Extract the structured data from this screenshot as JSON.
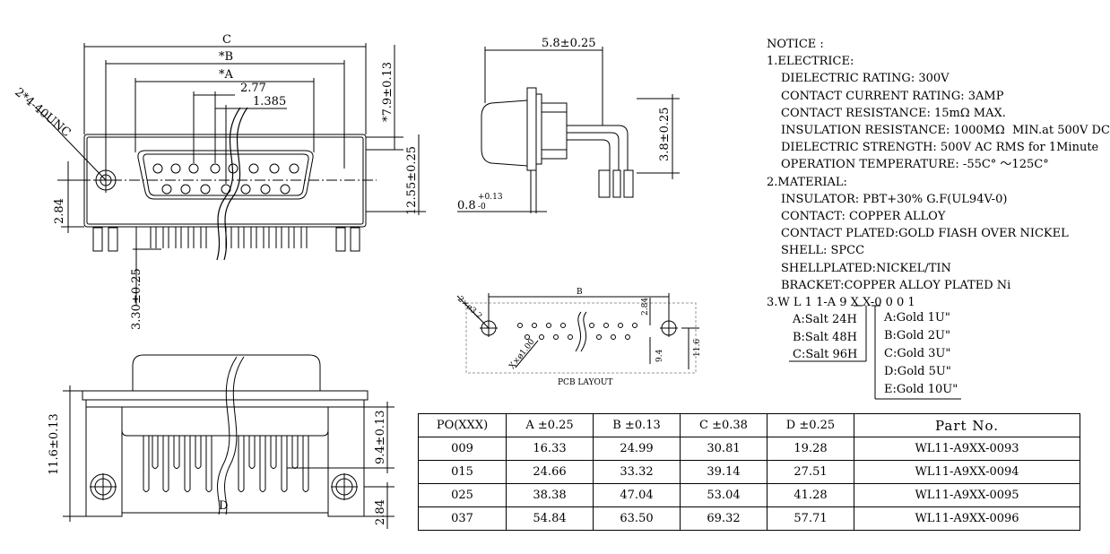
{
  "drawing": {
    "front_view": {
      "dim_c": "C",
      "dim_b": "*B",
      "dim_a": "*A",
      "dim_pitch": "2.77",
      "dim_half_pitch": "1.385",
      "dim_height_right": "*7.9±0.13",
      "dim_height_total": "12.55±0.25",
      "dim_hole": "2*4-40UNC",
      "dim_left": "2.84",
      "dim_pin": "3.30±0.25"
    },
    "side_view": {
      "dim_top": "5.8±0.25",
      "dim_right": "3.8±0.25",
      "dim_bottom": "0.8",
      "dim_bottom_tol": "+0.13",
      "dim_bottom_sub": "-0"
    },
    "pcb_layout": {
      "dim_b": "B",
      "dim_284": "2.84",
      "dim_94": "9.4",
      "dim_116": "11.6",
      "dim_hole": "2×ø3.2",
      "dim_pin_hole": "X×ø1.00",
      "caption": "PCB LAYOUT"
    },
    "bottom_view": {
      "dim_left": "11.6±0.13",
      "dim_right": "9.4±0.13",
      "dim_d": "D",
      "dim_bottom": "2.84"
    }
  },
  "notice": {
    "title": "NOTICE :",
    "electric_heading": "1.ELECTRICE:",
    "electric": [
      "DIELECTRIC RATING: 300V",
      "CONTACT CURRENT RATING: 3AMP",
      "CONTACT RESISTANCE: 15mΩ MAX.",
      "INSULATION RESISTANCE: 1000MΩ  MIN.at 500V DC",
      "DIELECTRIC STRENGTH: 500V AC RMS for 1Minute",
      "OPERATION TEMPERATURE: -55C° ～125C°"
    ],
    "material_heading": "2.MATERIAL:",
    "material": [
      "INSULATOR: PBT+30% G.F(UL94V-0)",
      "CONTACT: COPPER ALLOY",
      "CONTACT PLATED:GOLD FIASH OVER NICKEL",
      "SHELL: SPCC",
      "SHELLPLATED:NICKEL/TIN",
      "BRACKET:COPPER ALLOY PLATED Ni"
    ],
    "code_line": "3.W L 1 1-A 9 X X-0 0 0 1",
    "salt_options": [
      "A:Salt 24H",
      "B:Salt 48H",
      "C:Salt 96H"
    ],
    "gold_options": [
      "A:Gold 1U\"",
      "B:Gold 2U\"",
      "C:Gold 3U\"",
      "D:Gold 5U\"",
      "E:Gold 10U\""
    ]
  },
  "table": {
    "headers": [
      "PO(XXX)",
      "A ±0.25",
      "B ±0.13",
      "C ±0.38",
      "D ±0.25",
      "Part   No."
    ],
    "rows": [
      [
        "009",
        "16.33",
        "24.99",
        "30.81",
        "19.28",
        "WL11-A9XX-0093"
      ],
      [
        "015",
        "24.66",
        "33.32",
        "39.14",
        "27.51",
        "WL11-A9XX-0094"
      ],
      [
        "025",
        "38.38",
        "47.04",
        "53.04",
        "41.28",
        "WL11-A9XX-0095"
      ],
      [
        "037",
        "54.84",
        "63.50",
        "69.32",
        "57.71",
        "WL11-A9XX-0096"
      ]
    ]
  }
}
